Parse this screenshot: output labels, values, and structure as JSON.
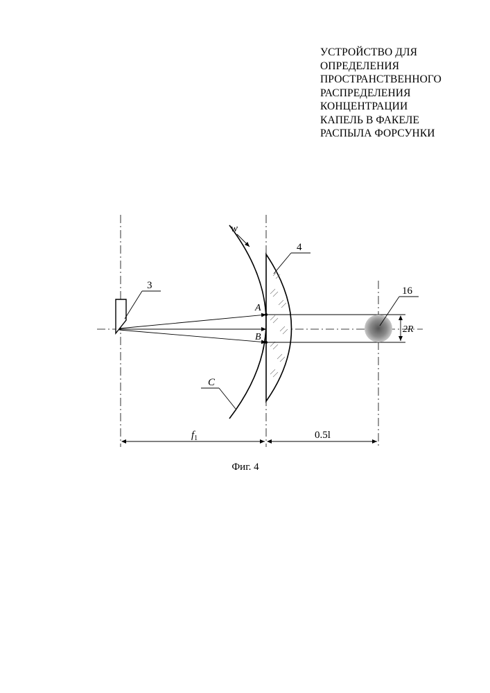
{
  "title_lines": [
    "УСТРОЙСТВО ДЛЯ",
    "ОПРЕДЕЛЕНИЯ",
    "ПРОСТРАНСТВЕННОГО",
    "РАСПРЕДЕЛЕНИЯ",
    "КОНЦЕНТРАЦИИ",
    "КАПЕЛЬ В ФАКЕЛЕ",
    "РАСПЫЛА ФОРСУНКИ"
  ],
  "diagram": {
    "label_3": "3",
    "label_4": "4",
    "label_16": "16",
    "label_w": "w",
    "label_A": "A",
    "label_B": "B",
    "label_C": "C",
    "label_2R": "2R",
    "dim_f": "f",
    "dim_f_sub": "1",
    "dim_half_l": "0.5l"
  },
  "caption": "Фиг. 4"
}
